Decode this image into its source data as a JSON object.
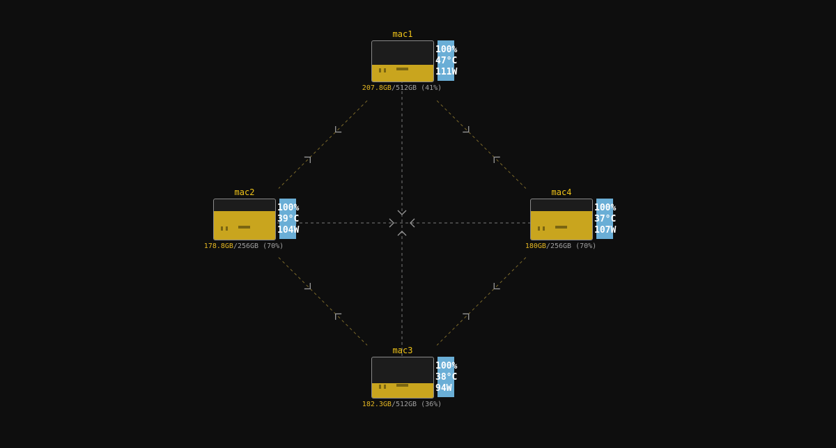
{
  "colors": {
    "background": "#0e0e0e",
    "node_name": "#f0c419",
    "device_border": "#8a8a8a",
    "device_body": "#1c1c1c",
    "device_fill": "#c9a51e",
    "stats_bar": "#6aaed6",
    "mem_used": "#e6b822",
    "mem_rest": "#a0a0a0",
    "edge_diagonal": "#7d6a2a",
    "edge_center": "#7a7a7a",
    "arrow": "#9a9a9a"
  },
  "nodes": [
    {
      "id": "mac1",
      "name": "mac1",
      "gpu": "100%",
      "temp": "47°C",
      "power": "111W",
      "mem_used": "207.8GB",
      "mem_total": "/512GB",
      "mem_pct": " (41%)",
      "fill": 0.41
    },
    {
      "id": "mac2",
      "name": "mac2",
      "gpu": "100%",
      "temp": "39°C",
      "power": "104W",
      "mem_used": "178.8GB",
      "mem_total": "/256GB",
      "mem_pct": " (70%)",
      "fill": 0.7
    },
    {
      "id": "mac3",
      "name": "mac3",
      "gpu": "100%",
      "temp": "38°C",
      "power": "94W",
      "mem_used": "182.3GB",
      "mem_total": "/512GB",
      "mem_pct": " (36%)",
      "fill": 0.36
    },
    {
      "id": "mac4",
      "name": "mac4",
      "gpu": "100%",
      "temp": "37°C",
      "power": "107W",
      "mem_used": "180GB",
      "mem_total": "/256GB",
      "mem_pct": " (70%)",
      "fill": 0.7
    }
  ],
  "edges": [
    {
      "from": "mac1",
      "to": "mac2"
    },
    {
      "from": "mac1",
      "to": "mac4"
    },
    {
      "from": "mac2",
      "to": "mac3"
    },
    {
      "from": "mac4",
      "to": "mac3"
    },
    {
      "from": "mac1",
      "to": "mac3"
    },
    {
      "from": "mac2",
      "to": "mac4"
    }
  ]
}
